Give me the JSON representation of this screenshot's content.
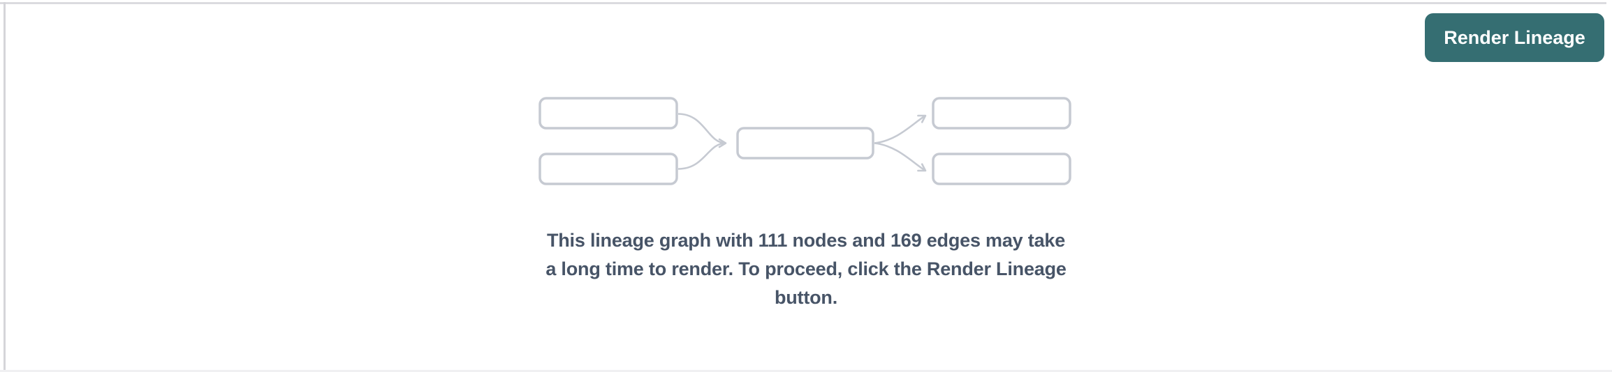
{
  "page": {
    "background": "#ffffff",
    "top_border_color": "#dbdbdf",
    "left_border_color": "#d5d5d9",
    "bottom_strip_color": "#f0f0f2"
  },
  "toolbar": {
    "render_button_label": "Render Lineage",
    "render_button_color": "#356e72",
    "render_button_text_color": "#ffffff"
  },
  "placeholder_diagram": {
    "description": "empty lineage-graph preview: 2 source boxes, 1 middle box, 2 target boxes connected by curved arrows",
    "box_count": 5,
    "arrow_count": 4,
    "outline_color": "#c6cad2"
  },
  "message": {
    "full_text": "This lineage graph with 111 nodes and 169 edges may take a long time to render. To proceed, click the Render Lineage button.",
    "lines": [
      "This lineage graph with 111 nodes and 169 edges may take",
      "a long time to render. To proceed, click the Render Lineage",
      "button."
    ],
    "node_count": "111",
    "edge_count": "169",
    "text_color": "#475467"
  }
}
